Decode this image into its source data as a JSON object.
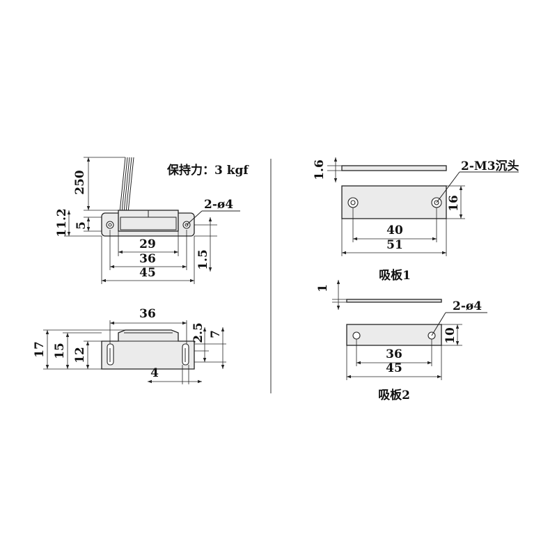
{
  "magnet_top_view": {
    "holding_force": "保持力：3 kgf",
    "hole_callout": "2-ø4",
    "dims": {
      "wire_length": "250",
      "height_total": "11.2",
      "height_body": "5",
      "inner_width": "29",
      "hole_pitch": "36",
      "overall_width": "45",
      "hole_offset": "1.5"
    }
  },
  "magnet_front_view": {
    "dims": {
      "top_width": "36",
      "height_17": "17",
      "height_15": "15",
      "height_12": "12",
      "slot_2_5": "2.5",
      "slot_7": "7",
      "slot_width": "4"
    }
  },
  "plate1": {
    "label": "吸板1",
    "hole_callout": "2-M3沉头",
    "dims": {
      "thickness": "1.6",
      "height": "16",
      "hole_pitch": "40",
      "length": "51"
    }
  },
  "plate2": {
    "label": "吸板2",
    "hole_callout": "2-ø4",
    "dims": {
      "thickness": "1",
      "height": "10",
      "hole_pitch": "36",
      "length": "45"
    }
  }
}
